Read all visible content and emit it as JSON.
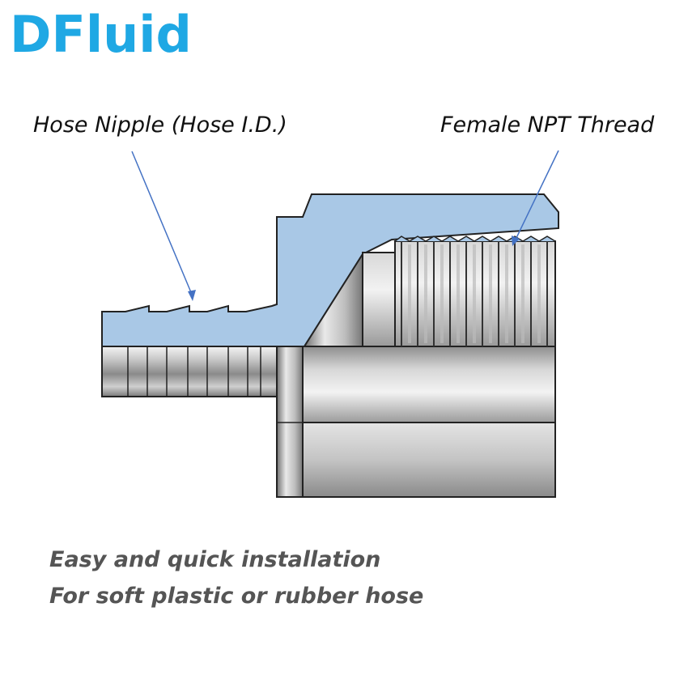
{
  "brand": {
    "logo_text": "DFluid",
    "accent_color": "#1fa8e4"
  },
  "callouts": {
    "hose_nipple": "Hose Nipple (Hose I.D.)",
    "female_npt": "Female NPT Thread",
    "leader_color": "#4472c4"
  },
  "captions": [
    "Easy and quick installation",
    "For soft plastic or rubber hose"
  ],
  "diagram": {
    "section_fill": "#a9c8e6",
    "outline_color": "#222222",
    "metal_icon": "steel-body-shading"
  }
}
